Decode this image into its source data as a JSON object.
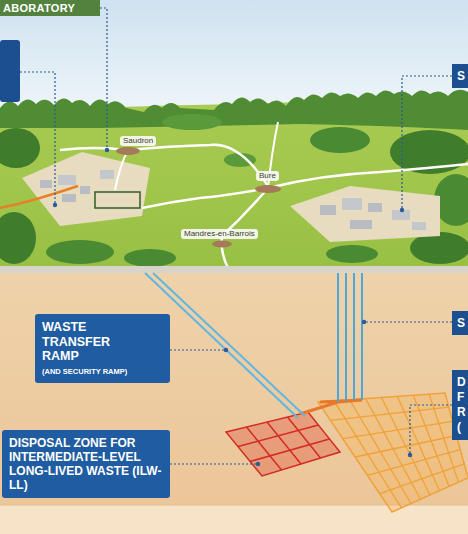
{
  "diagram": {
    "nodes": [
      {
        "text": [
          "ABORATORY"
        ]
      },
      {
        "text": [
          "S"
        ]
      },
      {
        "text": [
          "Saudron"
        ]
      },
      {
        "text": [
          "Bure"
        ]
      },
      {
        "text": [
          "Mandres-en-Barrois"
        ]
      },
      {
        "text": [
          "S"
        ]
      },
      {
        "text": [
          "WASTE TRANSFER RAMP",
          "(AND SECURITY RAMP)"
        ]
      },
      {
        "text": [
          "D F R ("
        ]
      },
      {
        "text": [
          "DISPOSAL ZONE FOR INTERMEDIATE-LEVEL LONG-LIVED WASTE (ILW-LL)"
        ]
      }
    ]
  }
}
